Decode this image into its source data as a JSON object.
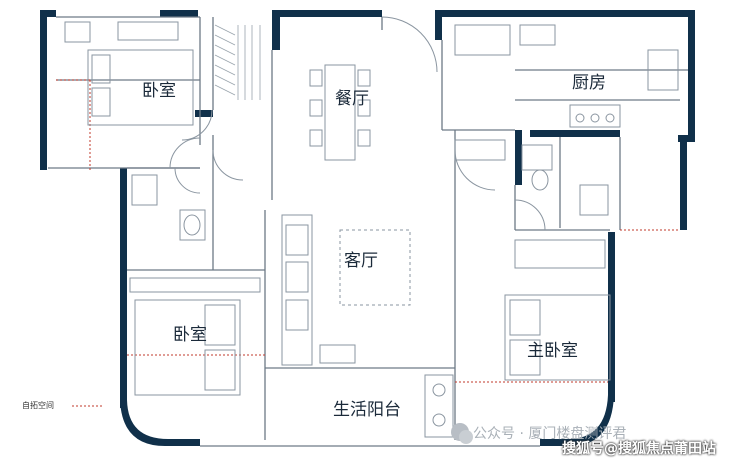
{
  "rooms": {
    "bedroom_nw": "卧室",
    "dining": "餐厅",
    "kitchen": "厨房",
    "living": "客厅",
    "bedroom_sw": "卧室",
    "master_bedroom": "主卧室",
    "balcony": "生活阳台"
  },
  "legend": {
    "self_expand_space": "自拓空间"
  },
  "watermark": {
    "official_account": "公众号 · 厦门楼盘测评君",
    "site": "搜狐号@搜狐焦点莆田站"
  },
  "colors": {
    "wall": "#10304a",
    "line": "#6d7a86",
    "dashed_red": "#c0392b"
  }
}
